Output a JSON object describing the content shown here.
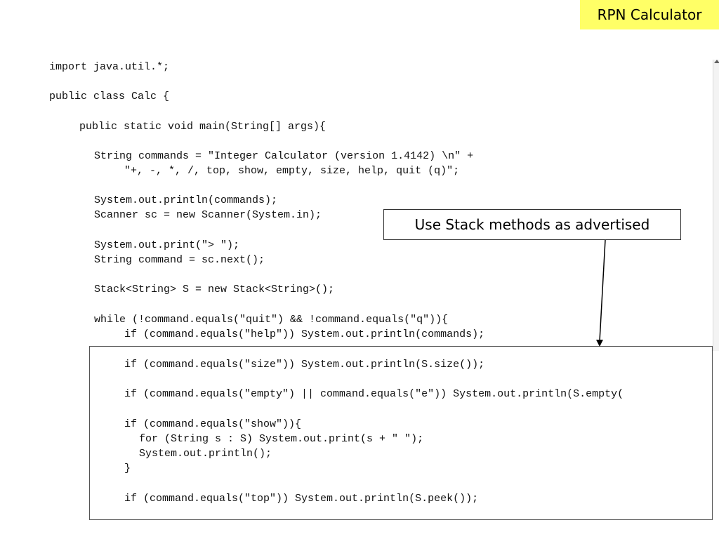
{
  "title": "RPN Calculator",
  "callout": "Use Stack methods as advertised",
  "code_lines": [
    "import java.util.*;",
    "public class Calc {",
    "public static void main(String[] args){",
    "String commands = \"Integer Calculator (version 1.4142) \\n\" +",
    "\"+, -, *, /, top, show, empty, size, help, quit (q)\";",
    "System.out.println(commands);",
    "Scanner sc = new Scanner(System.in);",
    "System.out.print(\"> \");",
    "String command = sc.next();",
    "Stack<String> S = new Stack<String>();",
    "while (!command.equals(\"quit\") && !command.equals(\"q\")){",
    "if (command.equals(\"help\")) System.out.println(commands);",
    "if (command.equals(\"size\")) System.out.println(S.size());",
    "if (command.equals(\"empty\") || command.equals(\"e\")) System.out.println(S.empty(",
    "if (command.equals(\"show\")){",
    "for (String s : S) System.out.print(s + \" \");",
    "System.out.println();",
    "}",
    "if (command.equals(\"top\")) System.out.println(S.peek());"
  ]
}
